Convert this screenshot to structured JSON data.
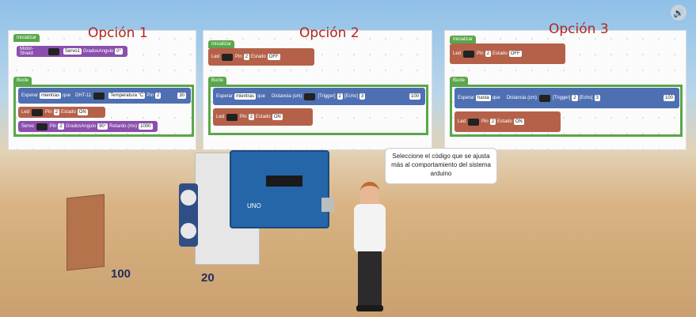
{
  "options": [
    {
      "title": "Opción 1"
    },
    {
      "title": "Opción 2"
    },
    {
      "title": "Opción 3"
    }
  ],
  "blocks": {
    "inicializar": "Inicializar",
    "bucle": "Bucle",
    "motor_shield": "Motor-Shield",
    "servo1": "Servo1",
    "grados": "Grados",
    "angulo": "Angulo",
    "angulo_val": "0°",
    "esperar": "Esperar",
    "mientras": "mientras",
    "hasta": "hasta",
    "que": "que",
    "dht11": "DHT-11",
    "temperatura": "Temperatura °C",
    "pin": "Pin",
    "pin_val": "2",
    "led": "Led",
    "estado": "Estado",
    "on": "ON",
    "off": "OFF",
    "servo": "Servo",
    "angulo2_val": "90°",
    "retardo": "Retardo (ms)",
    "retardo_val": "1000",
    "distancia": "Distancia (cm)",
    "trigger": "[Trigger]",
    "echo": "[Echo]",
    "echo_val": "3",
    "val30": "30",
    "val100": "100"
  },
  "scene": {
    "num_left": "100",
    "num_right": "20",
    "board_label": "UNO"
  },
  "bubble": {
    "text": "Seleccione el código que se ajusta más al comportamiento del sistema arduino"
  },
  "icons": {
    "speaker": "speaker-icon"
  }
}
